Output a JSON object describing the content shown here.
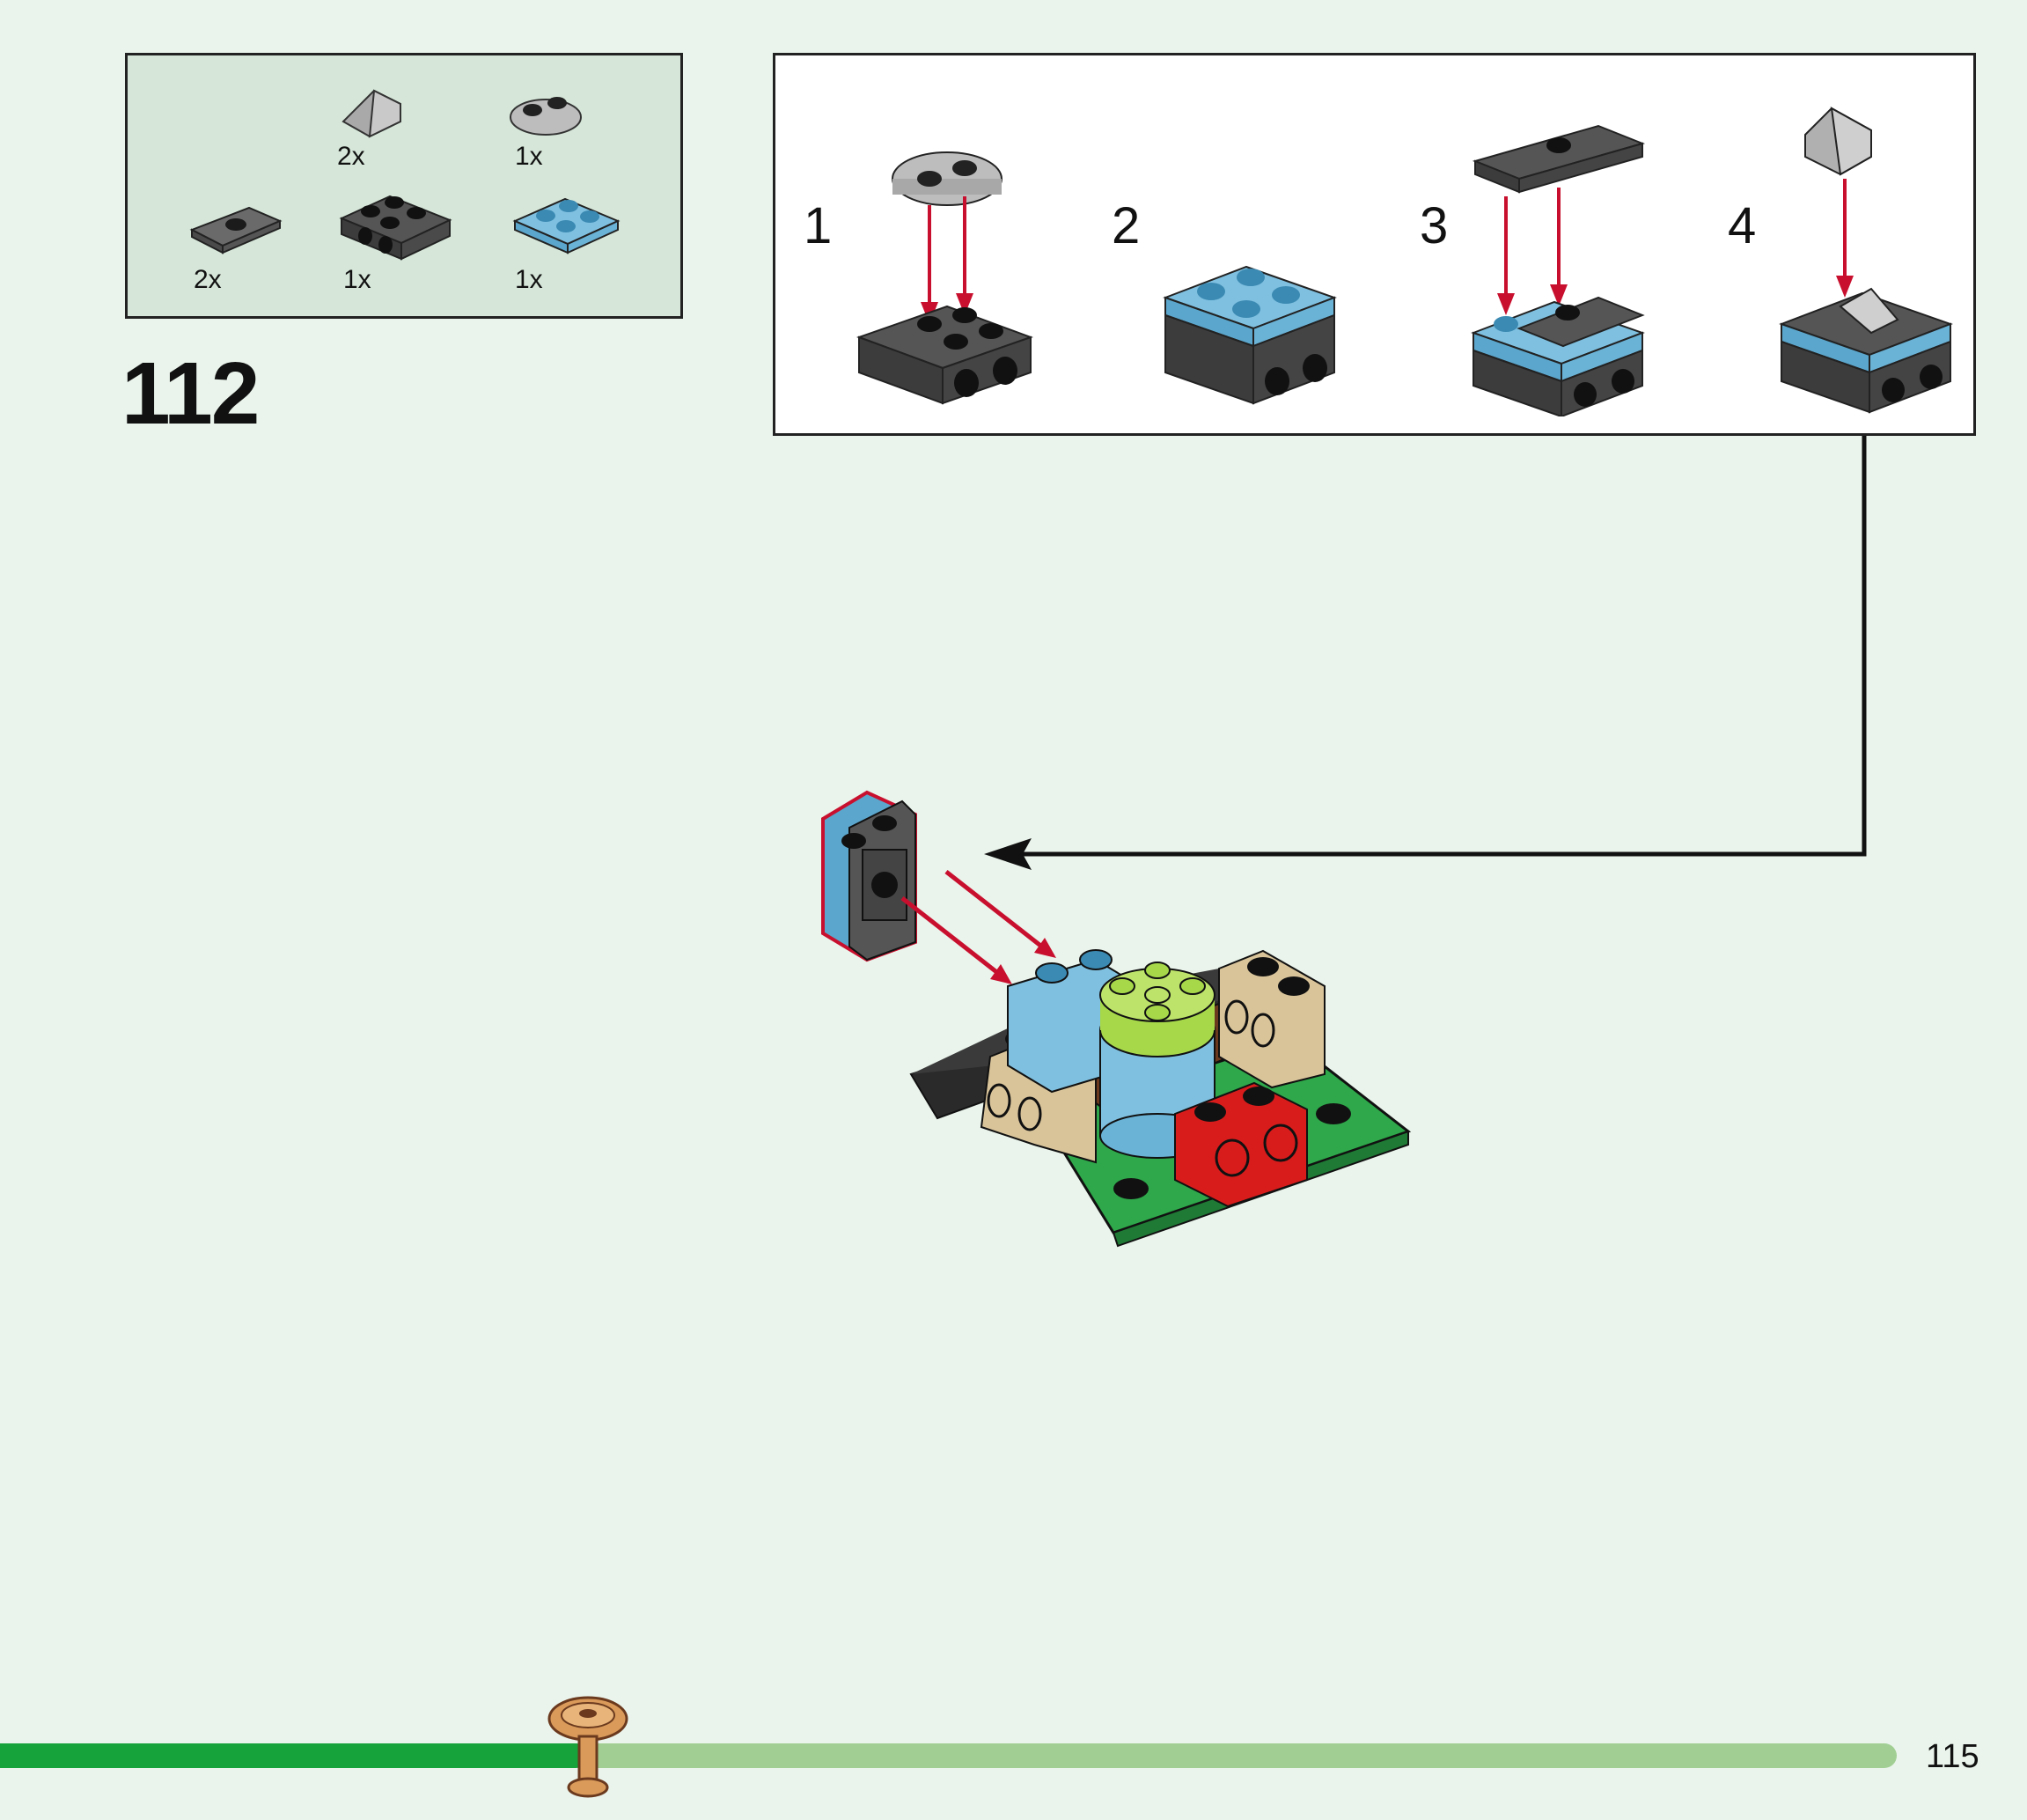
{
  "parts_list": {
    "items": [
      {
        "part": "light-gray-slope-1x1",
        "qty": "2x"
      },
      {
        "part": "light-gray-plate-1x2-rounded",
        "qty": "1x"
      },
      {
        "part": "dark-gray-jumper-plate-1x2",
        "qty": "2x"
      },
      {
        "part": "dark-gray-brick-2x2-with-pins",
        "qty": "1x"
      },
      {
        "part": "blue-plate-2x2",
        "qty": "1x"
      }
    ]
  },
  "step": {
    "number": "112"
  },
  "sub_assembly": {
    "steps": [
      {
        "number": "1"
      },
      {
        "number": "2"
      },
      {
        "number": "3"
      },
      {
        "number": "4"
      }
    ]
  },
  "progress": {
    "fraction": 0.31
  },
  "page": {
    "number": "115"
  },
  "colors": {
    "background": "#eaf4ec",
    "parts_box": "#d6e7d9",
    "arrow_red": "#c8102e",
    "progress_fill": "#17a33b",
    "progress_track": "#a1cf93",
    "dark_gray": "#5a5a5a",
    "light_gray": "#b8b8b8",
    "blue": "#7fc0e0",
    "tan": "#d9c49a",
    "green": "#2ea84a",
    "red": "#d81c1c",
    "lime": "#a6d84a"
  }
}
